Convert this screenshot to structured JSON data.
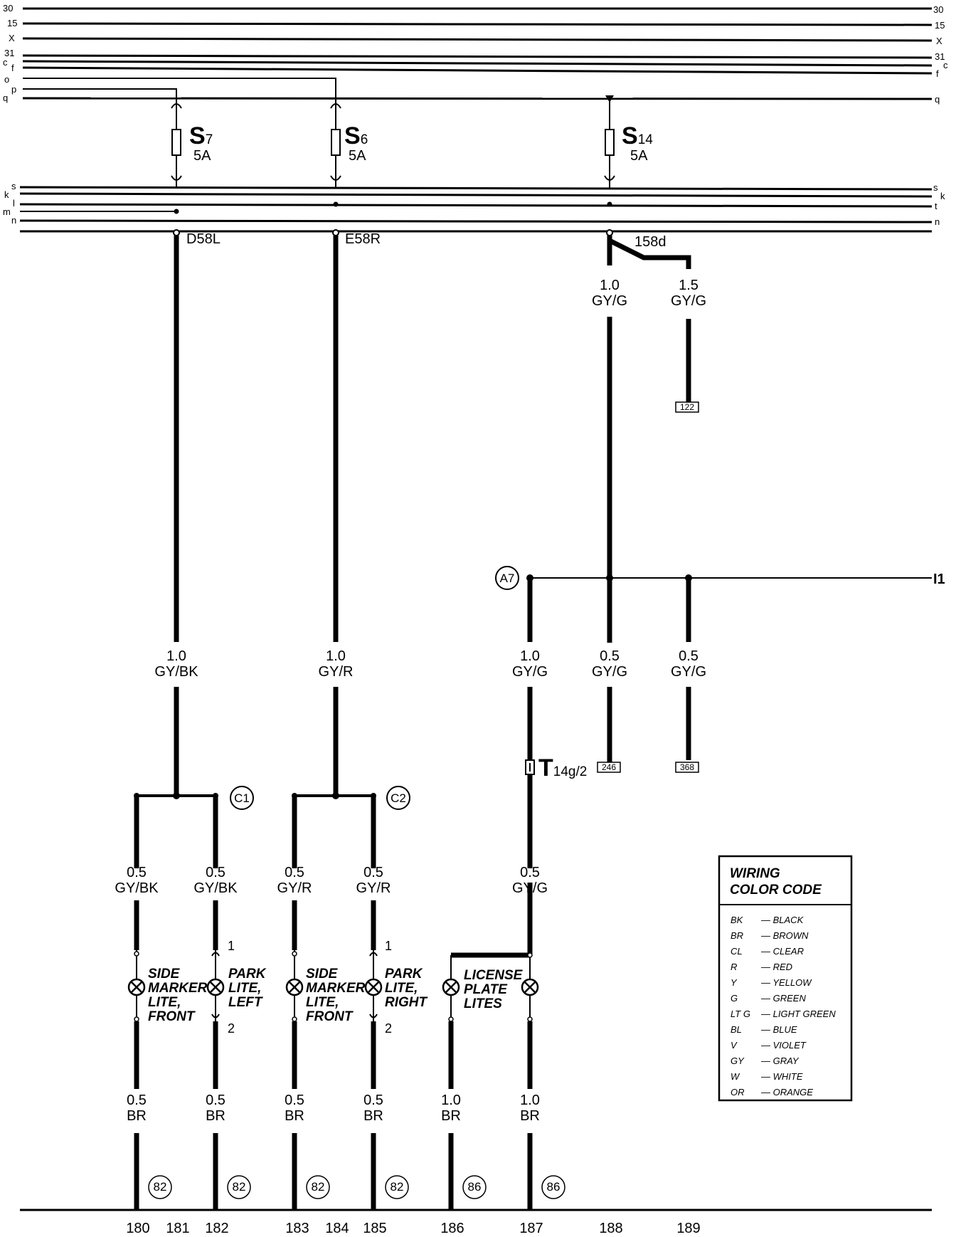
{
  "rails": {
    "top": [
      {
        "left": "30",
        "right": "30"
      },
      {
        "left": "15",
        "right": "15"
      },
      {
        "left": "X",
        "right": "X"
      },
      {
        "left": "31",
        "right": "31"
      },
      {
        "left": "c",
        "right": "c"
      },
      {
        "left": "f",
        "right": "f"
      },
      {
        "left": "o",
        "right": ""
      },
      {
        "left": "p",
        "right": ""
      },
      {
        "left": "q",
        "right": "q"
      }
    ],
    "lower": [
      {
        "left": "s",
        "right": "s"
      },
      {
        "left": "k",
        "right": "k"
      },
      {
        "left": "l",
        "right": "t"
      },
      {
        "left": "m",
        "right": ""
      },
      {
        "left": "n",
        "right": "n"
      }
    ]
  },
  "fuses": [
    {
      "name": "S",
      "sub": "7",
      "rating": "5A"
    },
    {
      "name": "S",
      "sub": "6",
      "rating": "5A"
    },
    {
      "name": "S",
      "sub": "14",
      "rating": "5A"
    }
  ],
  "nodes": {
    "d58l": "D58L",
    "e58r": "E58R",
    "n158d": "158d",
    "a7": "A7",
    "c1": "C1",
    "c2": "C2",
    "i1": "I1",
    "connector": "T",
    "connector_sub": "14g/2"
  },
  "wires": [
    {
      "gauge": "1.0",
      "color": "GY/G"
    },
    {
      "gauge": "1.5",
      "color": "GY/G"
    },
    {
      "gauge": "1.0",
      "color": "GY/BK"
    },
    {
      "gauge": "1.0",
      "color": "GY/R"
    },
    {
      "gauge": "1.0",
      "color": "GY/G"
    },
    {
      "gauge": "0.5",
      "color": "GY/G"
    },
    {
      "gauge": "0.5",
      "color": "GY/G"
    },
    {
      "gauge": "0.5",
      "color": "GY/BK"
    },
    {
      "gauge": "0.5",
      "color": "GY/BK"
    },
    {
      "gauge": "0.5",
      "color": "GY/R"
    },
    {
      "gauge": "0.5",
      "color": "GY/R"
    },
    {
      "gauge": "0.5",
      "color": "GY/G"
    },
    {
      "gauge": "0.5",
      "color": "BR"
    },
    {
      "gauge": "0.5",
      "color": "BR"
    },
    {
      "gauge": "0.5",
      "color": "BR"
    },
    {
      "gauge": "0.5",
      "color": "BR"
    },
    {
      "gauge": "1.0",
      "color": "BR"
    },
    {
      "gauge": "1.0",
      "color": "BR"
    }
  ],
  "refs": [
    "122",
    "246",
    "368"
  ],
  "grounds": [
    "82",
    "82",
    "82",
    "82",
    "86",
    "86"
  ],
  "components": [
    {
      "lines": [
        "SIDE",
        "MARKER",
        "LITE,",
        "FRONT"
      ]
    },
    {
      "lines": [
        "PARK",
        "LITE,",
        "LEFT"
      ]
    },
    {
      "lines": [
        "SIDE",
        "MARKER",
        "LITE,",
        "FRONT"
      ]
    },
    {
      "lines": [
        "PARK",
        "LITE,",
        "RIGHT"
      ]
    },
    {
      "lines": [
        "LICENSE",
        "PLATE",
        "LITES"
      ]
    }
  ],
  "pins": [
    "1",
    "2",
    "1",
    "2"
  ],
  "tracks": [
    "180",
    "181",
    "182",
    "183",
    "184",
    "185",
    "186",
    "187",
    "188",
    "189"
  ],
  "legend": {
    "title_1": "WIRING",
    "title_2": "COLOR CODE",
    "items": [
      {
        "code": "BK",
        "name": "— BLACK"
      },
      {
        "code": "BR",
        "name": "— BROWN"
      },
      {
        "code": "CL",
        "name": "— CLEAR"
      },
      {
        "code": "R",
        "name": "— RED"
      },
      {
        "code": "Y",
        "name": "— YELLOW"
      },
      {
        "code": "G",
        "name": "— GREEN"
      },
      {
        "code": "LT G",
        "name": "— LIGHT GREEN"
      },
      {
        "code": "BL",
        "name": "— BLUE"
      },
      {
        "code": "V",
        "name": "— VIOLET"
      },
      {
        "code": "GY",
        "name": "— GRAY"
      },
      {
        "code": "W",
        "name": "— WHITE"
      },
      {
        "code": "OR",
        "name": "— ORANGE"
      }
    ]
  }
}
